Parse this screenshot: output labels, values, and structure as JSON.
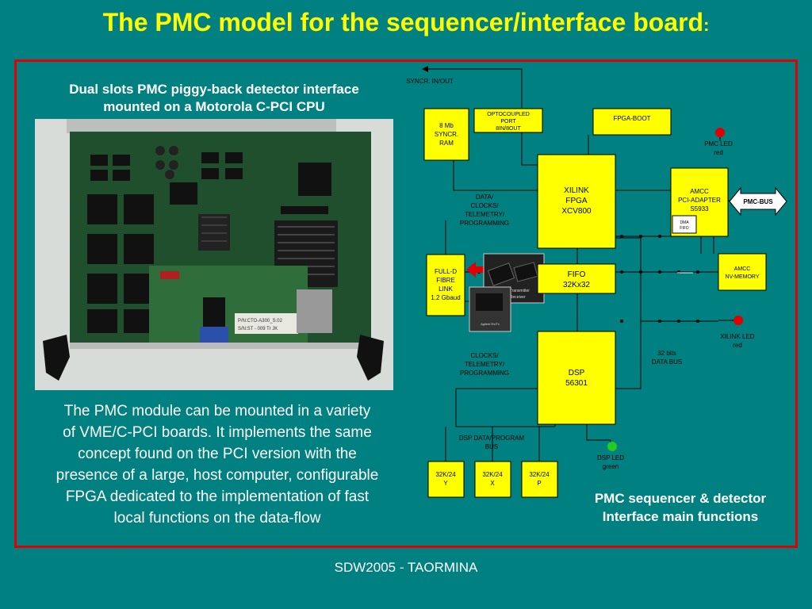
{
  "title": "The PMC model for the sequencer/interface board",
  "title_suffix": ":",
  "photo_caption_line1": "Dual slots PMC piggy-back detector interface",
  "photo_caption_line2": "mounted on a Motorola C-PCI CPU",
  "photo_labels": {
    "label1": "P/N:CTO-A300_S.02",
    "label2": "S/N:ST - 009 Tr JK",
    "chip1": "HDMP-1022 Transmitter",
    "chip2": "HDMP-1024 Receiver",
    "chip3": "Agilent Rx/Tx"
  },
  "body_text": [
    "The PMC module can be mounted in a variety",
    "of VME/C-PCI boards. It implements the same",
    "concept found on the PCI version with the",
    "presence of a large, host computer, configurable",
    "FPGA dedicated to the implementation of fast",
    "local functions on the data-flow"
  ],
  "function_caption_line1": "PMC sequencer & detector",
  "function_caption_line2": "Interface main functions",
  "footer": "SDW2005 - TAORMINA",
  "diagram": {
    "syncr": "SYNCR. IN/OUT",
    "ram": [
      "8 Mb",
      "SYNCR.",
      "RAM"
    ],
    "opto": [
      "OPTOCOUPLED",
      "PORT",
      "8IN/8OUT"
    ],
    "fpga_boot": "FPGA-BOOT",
    "xilinx": [
      "XILINK",
      "FPGA",
      "XCV800"
    ],
    "amcc_pci": [
      "AMCC",
      "PCI-ADAPTER",
      "S5933"
    ],
    "dma": [
      "DMA",
      "FIFO"
    ],
    "pmc_bus": "PMC-BUS",
    "pmc_led": [
      "PMC LED",
      "red"
    ],
    "data_clk": [
      "DATA/",
      "CLOCKS/",
      "TELEMETRY/",
      "PROGRAMMING"
    ],
    "fibre": [
      "FULL-D",
      "FIBRE",
      "LINK",
      "1.2 Gbaud"
    ],
    "fifo": [
      "FIFO",
      "32Kx32"
    ],
    "nv": [
      "AMCC",
      "NV-MEMORY"
    ],
    "xilinx_led": [
      "XILINK LED",
      "red"
    ],
    "bits": [
      "32 bits",
      "DATA BUS"
    ],
    "clk2": [
      "CLOCKS/",
      "TELEMETRY/",
      "PROGRAMMING"
    ],
    "dsp": [
      "DSP",
      "56301"
    ],
    "dsp_bus": [
      "DSP DATA/PROGRAM",
      "BUS"
    ],
    "dsp_led": [
      "DSP LED",
      "green"
    ],
    "mem_y": [
      "32K/24",
      "Y"
    ],
    "mem_x": [
      "32K/24",
      "X"
    ],
    "mem_p": [
      "32K/24",
      "P"
    ]
  },
  "colors": {
    "background": "#008080",
    "title": "#ffff00",
    "frame": "#e00000",
    "block": "#ffff00",
    "led_red": "#e00000",
    "led_green": "#22cc22"
  }
}
